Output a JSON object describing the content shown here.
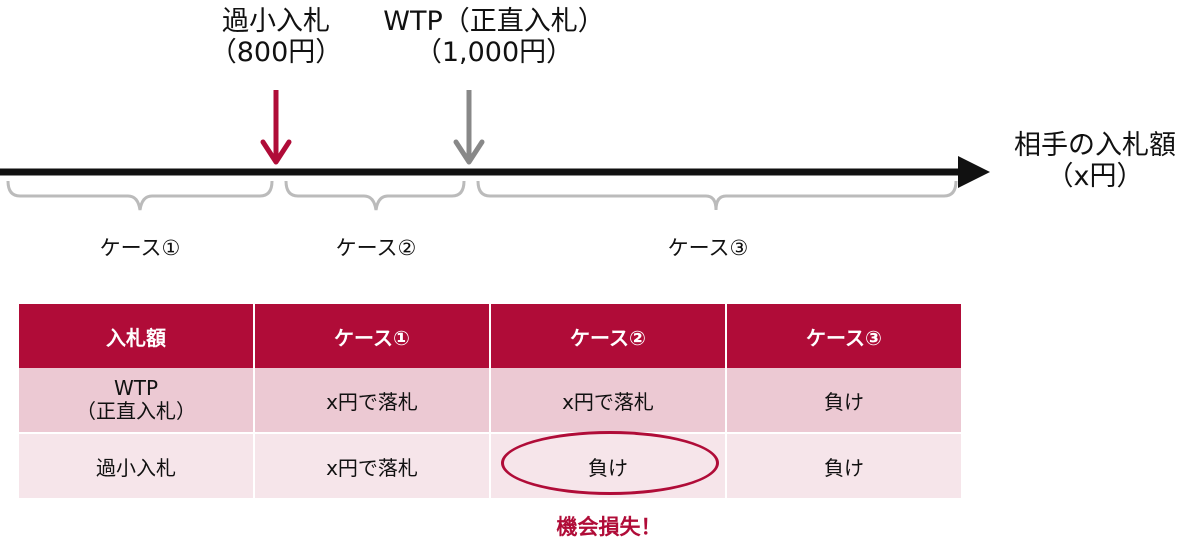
{
  "markers": {
    "underbid": {
      "label": "過小入札",
      "value": "（800円）",
      "color": "#b00c38"
    },
    "wtp": {
      "label": "WTP（正直入札）",
      "value": "（1,000円）",
      "color": "#888888"
    }
  },
  "axis": {
    "label_line1": "相手の入札額",
    "label_line2": "（x円）"
  },
  "cases": [
    "ケース①",
    "ケース②",
    "ケース③"
  ],
  "table": {
    "headers": [
      "入札額",
      "ケース①",
      "ケース②",
      "ケース③"
    ],
    "rows": [
      {
        "label_line1": "WTP",
        "label_line2": "（正直入札）",
        "cells": [
          "x円で落札",
          "x円で落札",
          "負け"
        ]
      },
      {
        "label": "過小入札",
        "cells": [
          "x円で落札",
          "負け",
          "負け"
        ]
      }
    ]
  },
  "annotation": {
    "text": "機会損失！",
    "color": "#b00c38"
  },
  "colors": {
    "accent": "#b00c38",
    "header_bg": "#b00c38",
    "row1_bg": "#ecc9d3",
    "row2_bg": "#f6e5ea",
    "brace": "#bbbbbb"
  }
}
